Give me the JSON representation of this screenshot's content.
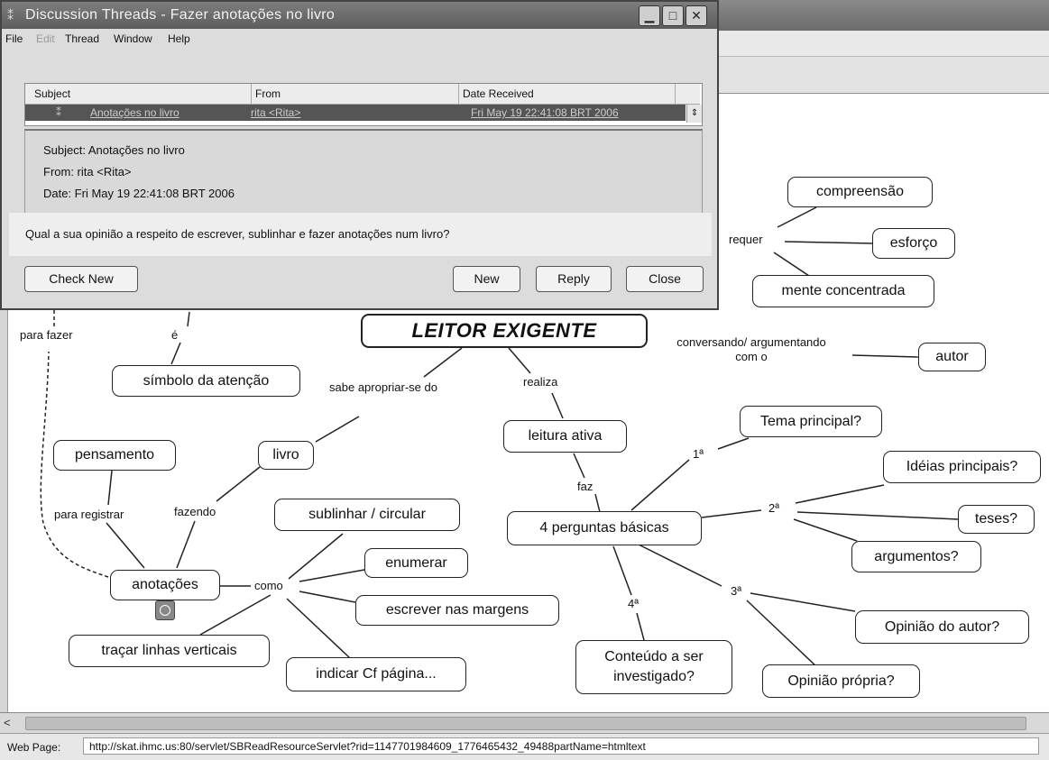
{
  "dialog": {
    "title": "Discussion Threads - Fazer anotações no livro",
    "menu": [
      "File",
      "Edit",
      "Thread",
      "Window",
      "Help"
    ],
    "columns": [
      "Subject",
      "From",
      "Date Received"
    ],
    "selected_row": {
      "subject": "Anotações no livro",
      "from": "rita <Rita>",
      "date": "Fri May 19 22:41:08 BRT 2006"
    },
    "header": {
      "subject": "Subject: Anotações no livro",
      "from": "From: rita <Rita>",
      "date": "Date: Fri May 19 22:41:08 BRT 2006"
    },
    "body": "Qual a sua opinião a respeito de escrever, sublinhar e fazer anotações num livro?",
    "buttons": {
      "check_new": "Check New",
      "new": "New",
      "reply": "Reply",
      "close": "Close"
    }
  },
  "map": {
    "nodes": {
      "leitor": "LEITOR EXIGENTE",
      "compreensao": "compreensão",
      "esforco": "esforço",
      "mente": "mente concentrada",
      "autor": "autor",
      "simbolo": "símbolo da atenção",
      "livro": "livro",
      "pensamento": "pensamento",
      "leitura": "leitura ativa",
      "tema": "Tema principal?",
      "ideias": "Idéias principais?",
      "teses": "teses?",
      "argumentos": "argumentos?",
      "quatro": "4 perguntas básicas",
      "sublinhar": "sublinhar / circular",
      "enumerar": "enumerar",
      "escrever": "escrever nas margens",
      "anotacoes": "anotações",
      "tracar": "traçar linhas verticais",
      "indicar": "indicar Cf página...",
      "conteudo": "Conteúdo a ser investigado?",
      "opiniao_autor": "Opinião do autor?",
      "opiniao_propria": "Opinião própria?"
    },
    "links": {
      "requer": "requer",
      "conversando": "conversando/ argumentando com o",
      "para_fazer": "para fazer",
      "e": "é",
      "sabe": "sabe apropriar-se do",
      "realiza": "realiza",
      "faz": "faz",
      "primeira": "1ª",
      "segunda": "2ª",
      "terceira": "3ª",
      "quarta": "4ª",
      "para_registrar": "para registrar",
      "fazendo": "fazendo",
      "como": "como"
    }
  },
  "status": {
    "label": "Web Page:",
    "url": "http://skat.ihmc.us:80/servlet/SBReadResourceServlet?rid=1147701984609_1776465432_49488partName=htmltext"
  }
}
